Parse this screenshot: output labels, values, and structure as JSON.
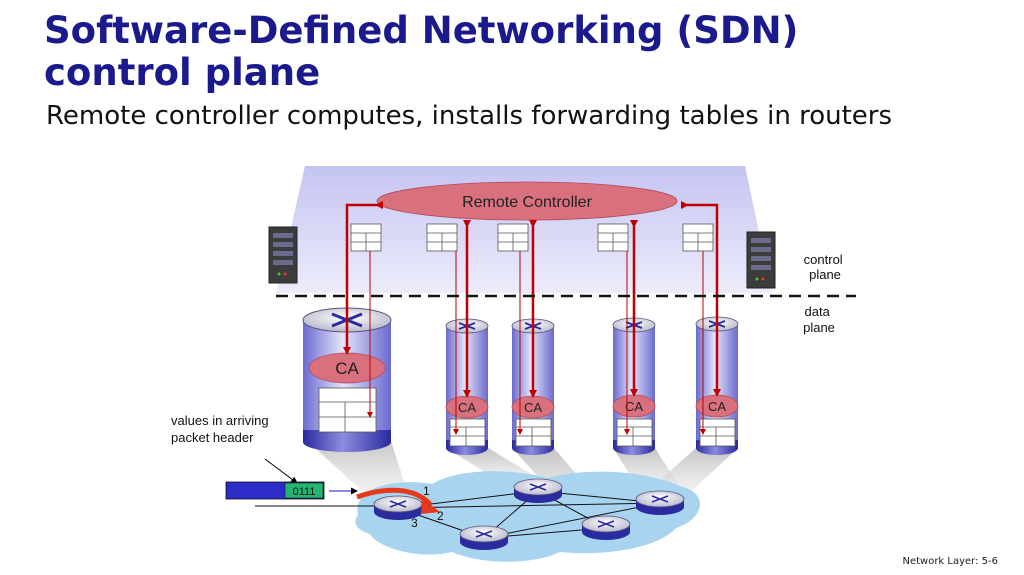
{
  "slide": {
    "title_line1": "Software-Defined Networking (SDN)",
    "title_line2": "control plane",
    "subtitle": "Remote controller computes, installs forwarding tables in routers",
    "footer": "Network Layer: 5-6"
  },
  "diagram": {
    "controller_label": "Remote Controller",
    "control_plane_label": [
      "control",
      "plane"
    ],
    "data_plane_label": [
      "data",
      "plane"
    ],
    "ca_label": "CA",
    "packet_annotation": [
      "values in arriving",
      "packet header"
    ],
    "packet_value": "0111",
    "port_labels": [
      "1",
      "2",
      "3"
    ]
  },
  "colors": {
    "title": "#1a1a8c",
    "arrow": "#c00000",
    "controller_fill": "#d9707e",
    "packet_field": "#22b573",
    "packet_bar": "#2c2cc8",
    "network_cloud": "#a8d4f0"
  }
}
